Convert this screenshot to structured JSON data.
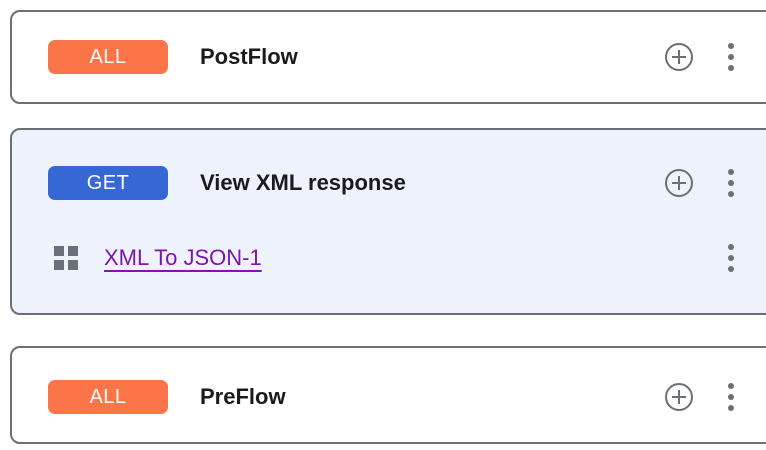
{
  "colors": {
    "badge_all": "#fc7549",
    "badge_get": "#3568d4",
    "card_border": "#6b6f76",
    "selected_card_background": "#eef2fd",
    "card_background": "#ffffff",
    "policy_link": "#8015ab",
    "icon_gray": "#6b6f76",
    "title_text": "#1b1b1f"
  },
  "flows": [
    {
      "id": "postflow",
      "method_badge": "ALL",
      "badge_kind": "all",
      "title": "PostFlow",
      "selected": false,
      "add_icon": "plus-circle-icon",
      "menu_icon": "more-vert-icon",
      "policies": []
    },
    {
      "id": "view-xml-response",
      "method_badge": "GET",
      "badge_kind": "get",
      "title": "View XML response",
      "selected": true,
      "add_icon": "plus-circle-icon",
      "menu_icon": "more-vert-icon",
      "policies": [
        {
          "icon": "grid-squares-icon",
          "label": "XML To JSON-1",
          "menu_icon": "more-vert-icon"
        }
      ]
    },
    {
      "id": "preflow",
      "method_badge": "ALL",
      "badge_kind": "all",
      "title": "PreFlow",
      "selected": false,
      "add_icon": "plus-circle-icon",
      "menu_icon": "more-vert-icon",
      "policies": []
    }
  ]
}
